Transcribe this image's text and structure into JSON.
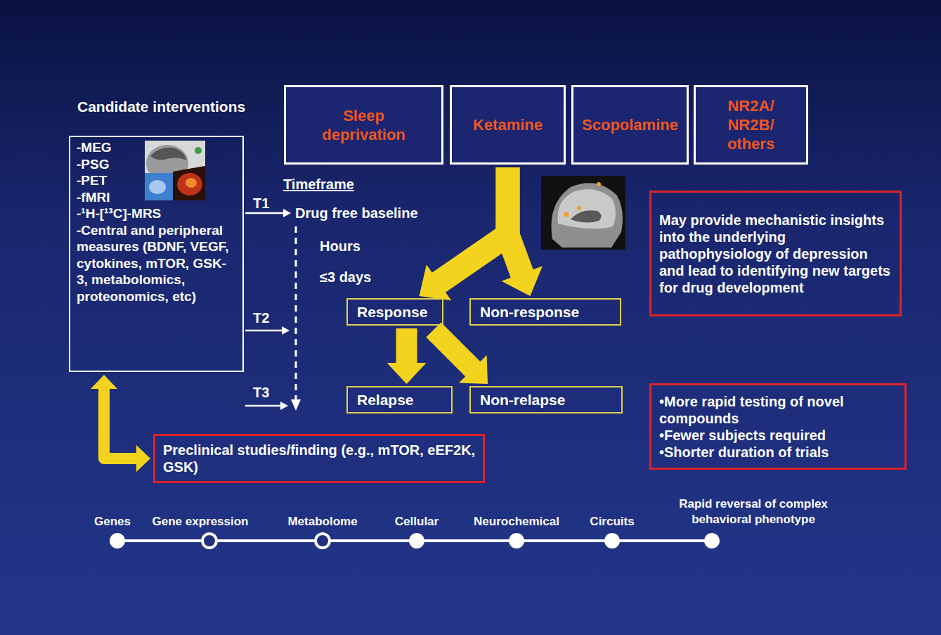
{
  "diagram": {
    "nodes": [
      {
        "text": [
          "Candidate interventions",
          "-MEG",
          "-PSG",
          "-PET",
          "-fMRI",
          "-¹H-[¹³C]-MRS",
          "-Central and peripheral measures (BDNF, VEGF, cytokines, mTOR, GSK-3, metabolomics, proteonomics, etc)"
        ]
      },
      {
        "text": [
          "Sleep deprivation"
        ]
      },
      {
        "text": [
          "Ketamine"
        ]
      },
      {
        "text": [
          "Scopolamine"
        ]
      },
      {
        "text": [
          "NR2A/ NR2B/ others"
        ]
      },
      {
        "text": [
          "Response"
        ]
      },
      {
        "text": [
          "Non-response"
        ]
      },
      {
        "text": [
          "Relapse"
        ]
      },
      {
        "text": [
          "Non-relapse"
        ]
      },
      {
        "text": [
          "May provide mechanistic insights into the underlying pathophysiology of depression and lead to identifying new targets for drug development"
        ]
      },
      {
        "text": [
          "•More rapid testing of novel compounds",
          "•Fewer subjects required",
          "•Shorter duration of trials"
        ]
      },
      {
        "text": [
          "Preclinical studies/finding (e.g., mTOR, eEF2K, GSK)"
        ]
      }
    ],
    "edges": [
      {
        "from": 2,
        "to": 5,
        "arrow": "to"
      },
      {
        "from": 2,
        "to": 6,
        "arrow": "to"
      },
      {
        "from": 5,
        "to": 7,
        "arrow": "to"
      },
      {
        "from": 5,
        "to": 8,
        "arrow": "to"
      },
      {
        "from": 0,
        "to": 11,
        "arrow": "both"
      }
    ],
    "labels": [
      "Timeframe",
      "T1",
      "Drug free baseline",
      "Hours",
      "≤3 days",
      "T2",
      "T3",
      "Genes",
      "Gene expression",
      "Metabolome",
      "Cellular",
      "Neurochemical",
      "Circuits",
      "Rapid reversal of complex behavioral phenotype"
    ]
  }
}
